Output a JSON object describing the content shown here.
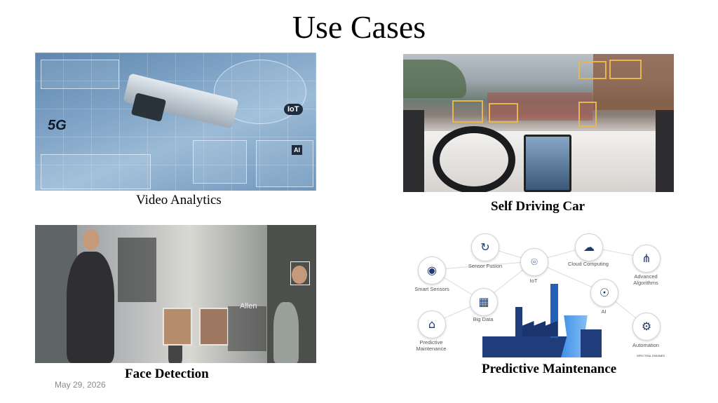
{
  "slide": {
    "title": "Use Cases",
    "date": "May 29, 2026"
  },
  "panels": {
    "video_analytics": {
      "caption": "Video Analytics",
      "badges": [
        "5G",
        "IoT",
        "AI"
      ]
    },
    "self_driving": {
      "caption": "Self Driving Car"
    },
    "face_detection": {
      "caption": "Face Detection",
      "overlay_text": "Allen"
    },
    "predictive_maintenance": {
      "caption": "Predictive Maintenance",
      "nodes": [
        {
          "label": "Sensor Fusion",
          "icon": "sensor-fusion-icon"
        },
        {
          "label": "Cloud Computing",
          "icon": "cloud-icon"
        },
        {
          "label": "Smart Sensors",
          "icon": "wifi-icon"
        },
        {
          "label": "IoT",
          "icon": "iot-icon"
        },
        {
          "label": "Advanced Algorithms",
          "icon": "network-icon"
        },
        {
          "label": "AI",
          "icon": "brain-icon"
        },
        {
          "label": "Big Data",
          "icon": "data-icon"
        },
        {
          "label": "Predictive Maintenance",
          "icon": "factory-icon"
        },
        {
          "label": "Automation",
          "icon": "gears-icon"
        }
      ],
      "brand": "SPECTRAL ENGINES"
    }
  },
  "colors": {
    "caption_text": "#000000",
    "date_text": "#8a8a8a",
    "bbox": "#e8b552",
    "infographic_blue": "#1f3a70"
  }
}
